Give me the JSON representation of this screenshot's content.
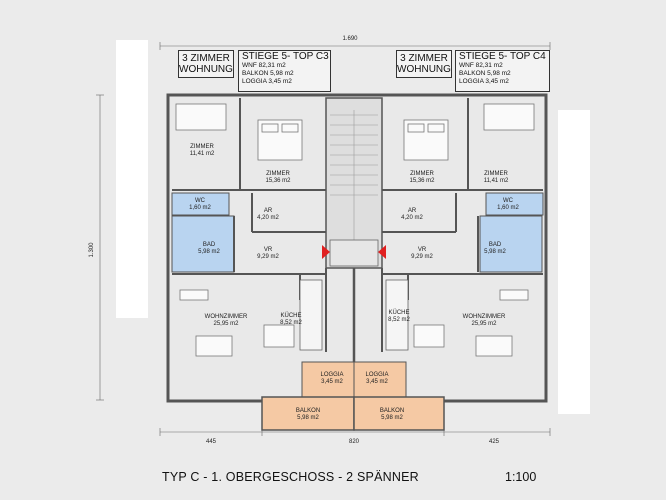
{
  "dimensions": {
    "top_total": "1.690",
    "left_total": "1.300",
    "bottom_left": "445",
    "bottom_mid": "820",
    "bottom_right": "425"
  },
  "units": [
    {
      "type_line1": "3 ZIMMER",
      "type_line2": "WOHNUNG",
      "stiege": "STIEGE 5- TOP C3",
      "wnf": "WNF   82,31 m2",
      "balkon": "BALKON  5,98 m2",
      "loggia": "LOGGIA  3,45 m2"
    },
    {
      "type_line1": "3 ZIMMER",
      "type_line2": "WOHNUNG",
      "stiege": "STIEGE 5- TOP C4",
      "wnf": "WNF   82,31 m2",
      "balkon": "BALKON 5,98 m2",
      "loggia": "LOGGIA  3,45 m2"
    }
  ],
  "rooms_left": [
    {
      "name": "ZIMMER",
      "area": "11,41 m2"
    },
    {
      "name": "ZIMMER",
      "area": "15,36 m2"
    },
    {
      "name": "WC",
      "area": "1,60 m2"
    },
    {
      "name": "AR",
      "area": "4,20 m2"
    },
    {
      "name": "BAD",
      "area": "5,98 m2"
    },
    {
      "name": "VR",
      "area": "9,29 m2"
    },
    {
      "name": "WOHNZIMMER",
      "area": "25,95 m2"
    },
    {
      "name": "KÜCHE",
      "area": "8,52 m2"
    },
    {
      "name": "LOGGIA",
      "area": "3,45 m2"
    },
    {
      "name": "BALKON",
      "area": "5,98 m2"
    }
  ],
  "rooms_right": [
    {
      "name": "ZIMMER",
      "area": "15,36 m2"
    },
    {
      "name": "ZIMMER",
      "area": "11,41 m2"
    },
    {
      "name": "AR",
      "area": "4,20 m2"
    },
    {
      "name": "WC",
      "area": "1,60 m2"
    },
    {
      "name": "VR",
      "area": "9,29 m2"
    },
    {
      "name": "BAD",
      "area": "5,98 m2"
    },
    {
      "name": "KÜCHE",
      "area": "8,52 m2"
    },
    {
      "name": "WOHNZIMMER",
      "area": "25,95 m2"
    },
    {
      "name": "LOGGIA",
      "area": "3,45 m2"
    },
    {
      "name": "BALKON",
      "area": "5,98 m2"
    }
  ],
  "footer": {
    "title": "TYP C - 1. OBERGESCHOSS - 2 SPÄNNER",
    "scale": "1:100"
  },
  "colors": {
    "background": "#ebebeb",
    "wall": "#555555",
    "wet_room": "#b9d4f0",
    "balcony": "#f5c9a4",
    "neighbour_block": "#ffffff",
    "stair_arrow": "#e02020"
  }
}
